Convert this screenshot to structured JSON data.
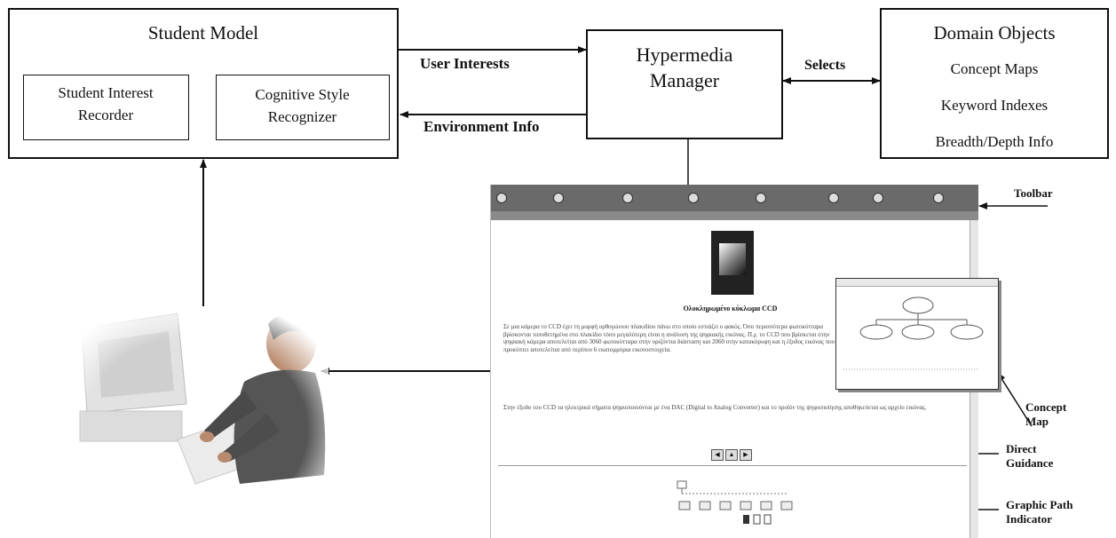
{
  "student_model": {
    "title": "Student Model",
    "interest_recorder": [
      "Student Interest",
      "Recorder"
    ],
    "style_recognizer": [
      "Cognitive Style",
      "Recognizer"
    ]
  },
  "hypermedia_manager": [
    "Hypermedia",
    "Manager"
  ],
  "domain_objects": {
    "title": "Domain Objects",
    "items": [
      "Concept Maps",
      "Keyword Indexes",
      "Breadth/Depth Info"
    ]
  },
  "arrows": {
    "user_interests": "User Interests",
    "environment_info": "Environment Info",
    "selects": "Selects"
  },
  "callouts": {
    "toolbar": "Toolbar",
    "concept_map": [
      "Concept",
      "Map"
    ],
    "direct_guidance": [
      "Direct",
      "Guidance"
    ],
    "graphic_path": [
      "Graphic Path",
      "Indicator"
    ]
  },
  "screenshot": {
    "page_heading": "Ολοκληρωμένο κύκλωμα CCD",
    "paragraph_1": "Σε μια κάμερα το CCD έχει τη μορφή ορθογώνιου πλακιδίου πάνω στο οποίο εστιάζει ο φακός. Όσο περισσότερα φωτοκύτταρα βρίσκονται τοποθετημένα στο πλακίδιο τόσο μεγαλύτερη είναι η ανάλυση της ψηφιακής εικόνας. Π.χ. το CCD που βρίσκεται στην ψηφιακή κάμερα αποτελείται από 3060 φωτοκύτταρα στην οριζόντια διάσταση και 2060 στην κατακόρυφη και η έξοδος εικόνας που προκύπτει αποτελείται από περίπου 6 εκατομμύρια εικονοστοιχεία.",
    "paragraph_2": "Στην έξοδο του CCD τα ηλεκτρικά σήματα ψηφιοποιούνται με ένα DAC (Digital to Analog Converter) και το προϊόν της ψηφιοποίησης αποθηκεύεται ως αρχείο εικόνας."
  }
}
